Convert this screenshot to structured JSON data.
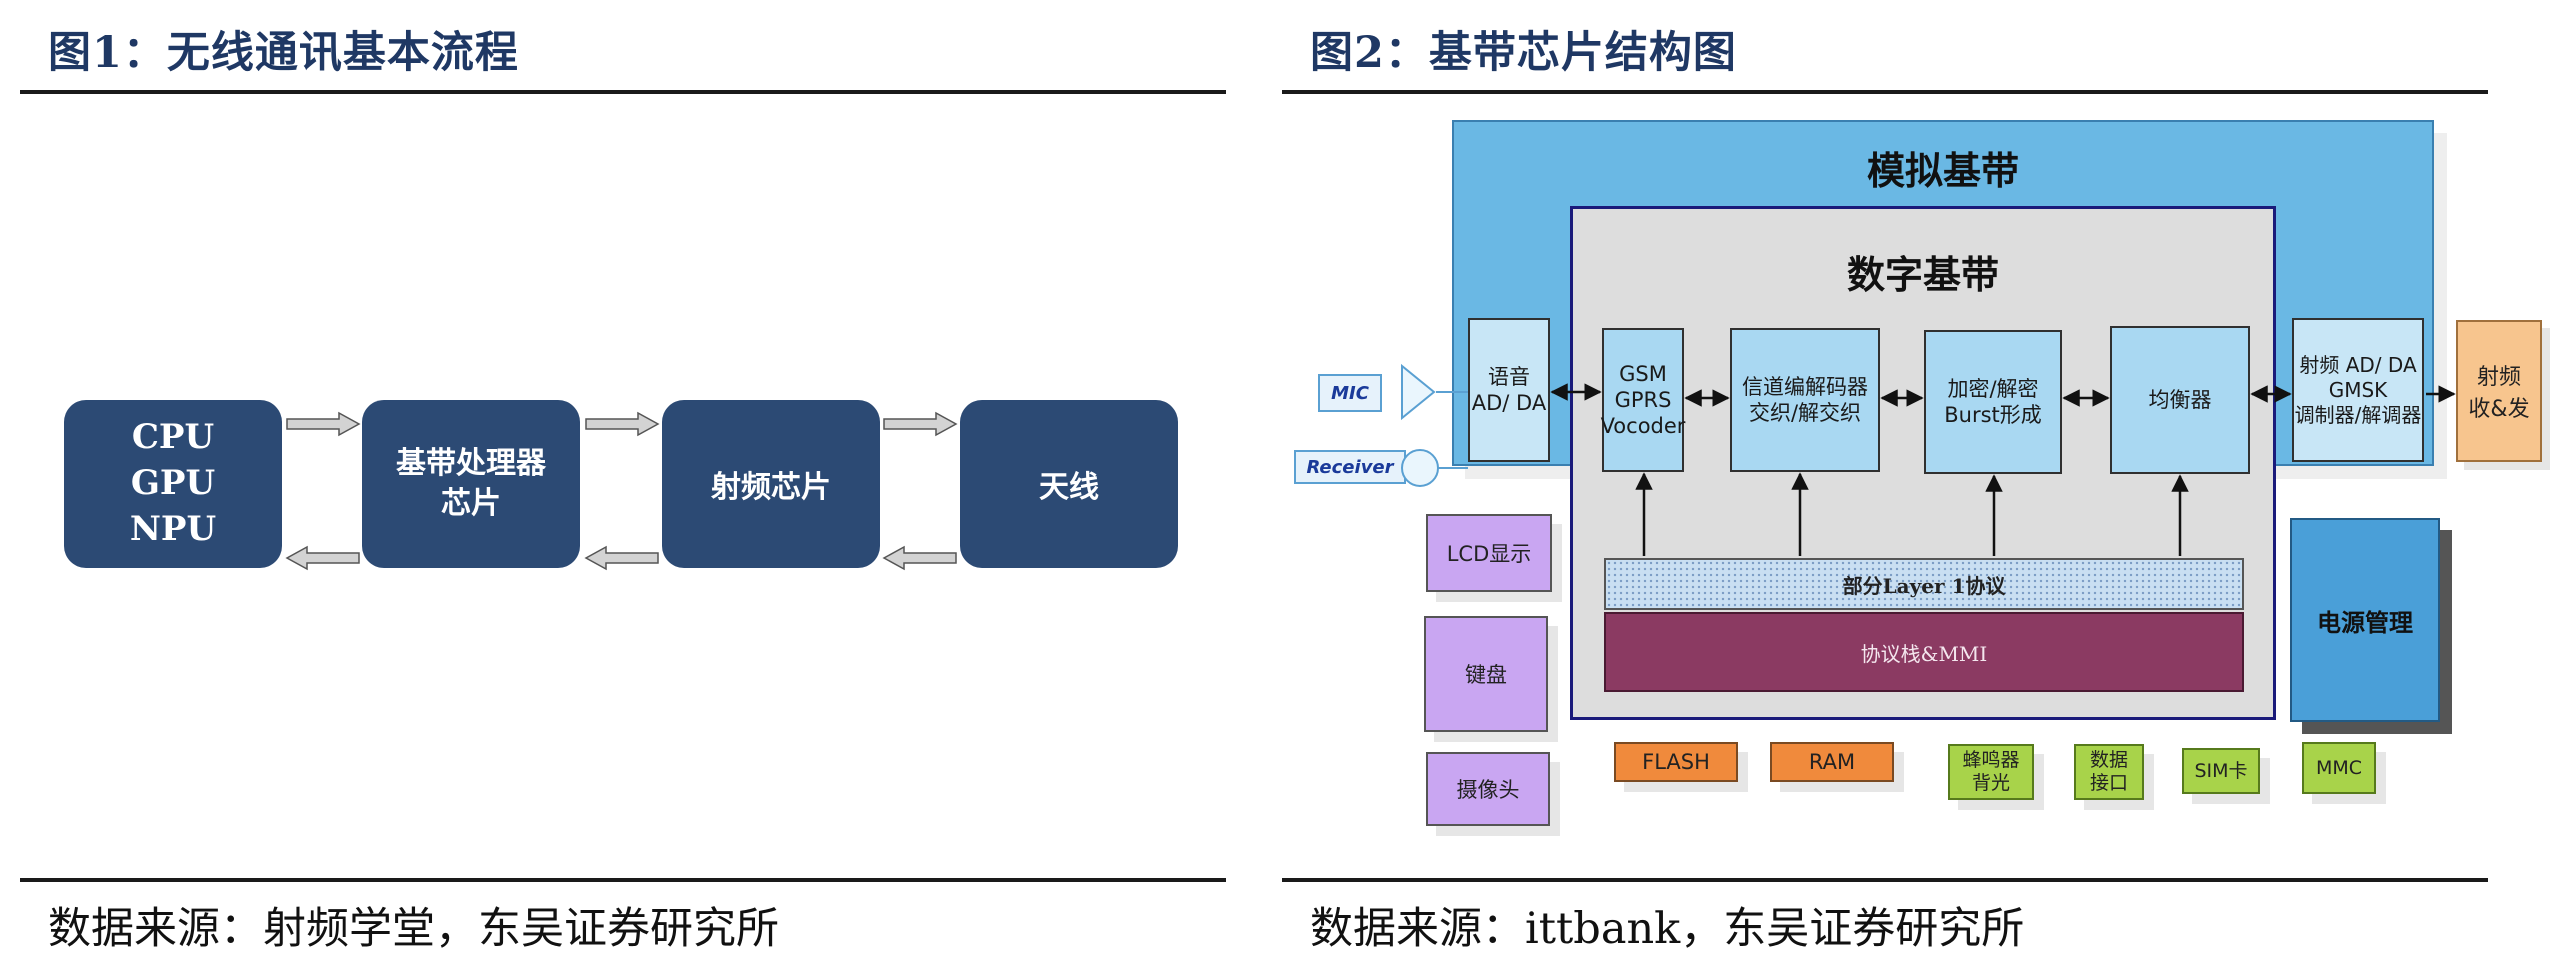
{
  "figure1": {
    "title": "图1：无线通讯基本流程",
    "boxes": [
      "CPU\nGPU\nNPU",
      "基带处理器\n芯片",
      "射频芯片",
      "天线"
    ],
    "source": "数据来源：射频学堂，东吴证券研究所"
  },
  "figure2": {
    "title": "图2：基带芯片结构图",
    "analog_label": "模拟基带",
    "digital_label": "数字基带",
    "voice_adda": "语音\nAD/ DA",
    "gsm": "GSM\nGPRS\nVocoder",
    "channel_codec": "信道编解码器\n交织/解交织",
    "encrypt": "加密/解密\nBurst形成",
    "equalizer": "均衡器",
    "rf_adda": "射频 AD/ DA\nGMSK\n调制器/解调器",
    "rf_txrx": "射频\n收&发",
    "layer1": "部分Layer 1协议",
    "protocol_stack": "协议栈&MMI",
    "power": "电源管理",
    "mic": "MIC",
    "receiver": "Receiver",
    "lcd": "LCD显示",
    "keyboard": "键盘",
    "camera": "摄像头",
    "flash": "FLASH",
    "ram": "RAM",
    "buzzer": "蜂鸣器\n背光",
    "data_if": "数据\n接口",
    "sim": "SIM卡",
    "mmc": "MMC",
    "source": "数据来源：ittbank，东吴证券研究所"
  },
  "colors": {
    "title_navy": "#1f3864",
    "flow_box": "#2c4a74",
    "analog_bg": "#6ab8e4",
    "digital_bg": "#dddddd",
    "block_blue": "#a9d8f2",
    "layer1_bg": "#c9dff2",
    "protocol_bg": "#8b3a62",
    "purple": "#c9a6f2",
    "orange": "#f08a3c",
    "green": "#a8d34a"
  }
}
